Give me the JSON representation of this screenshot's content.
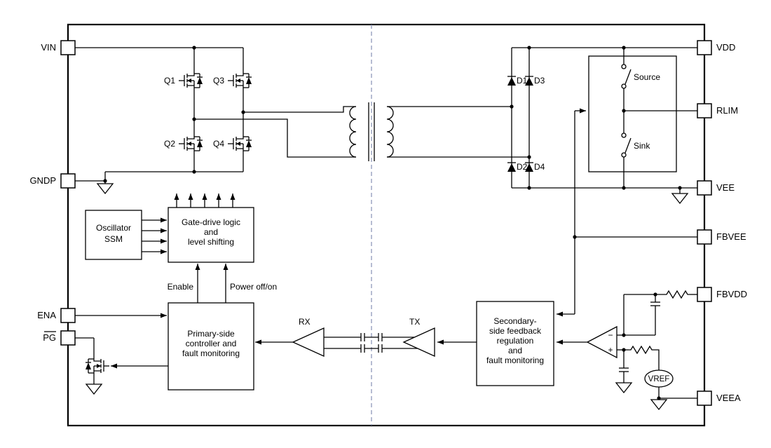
{
  "pins": {
    "left": [
      "VIN",
      "GNDP",
      "ENA",
      "PG"
    ],
    "right": [
      "VDD",
      "RLIM",
      "VEE",
      "FBVEE",
      "FBVDD",
      "VEEA"
    ]
  },
  "bridge": {
    "q1": "Q1",
    "q2": "Q2",
    "q3": "Q3",
    "q4": "Q4"
  },
  "rectifier": {
    "d1": "D1",
    "d2": "D2",
    "d3": "D3",
    "d4": "D4"
  },
  "current_limit": {
    "source": "Source",
    "sink": "Sink"
  },
  "blocks": {
    "oscillator": [
      "Oscillator",
      "SSM"
    ],
    "gate_drive": [
      "Gate-drive logic",
      "and",
      "level shifting"
    ],
    "primary_controller": [
      "Primary-side",
      "controller and",
      "fault monitoring"
    ],
    "secondary_feedback": [
      "Secondary-",
      "side feedback",
      "regulation",
      "and",
      "fault monitoring"
    ]
  },
  "labels": {
    "enable": "Enable",
    "power_on_off": "Power off/on",
    "rx": "RX",
    "tx": "TX",
    "vref": "VREF",
    "opamp_minus": "−",
    "opamp_plus": "+"
  },
  "colors": {
    "wire": "#000000",
    "isolation_barrier": "#8590b4",
    "background": "#ffffff"
  }
}
